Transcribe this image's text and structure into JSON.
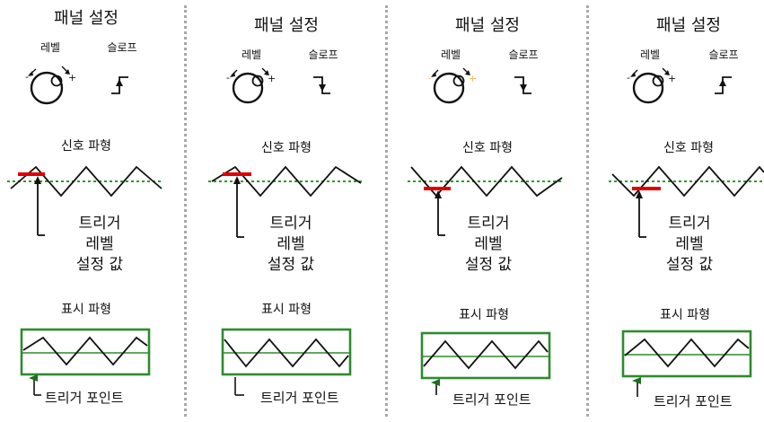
{
  "panels": [
    {
      "title": "패널 설정",
      "level_label": "레벨",
      "slope_label": "슬로프",
      "slope": "rising",
      "knob_style": "plain",
      "minus_glyph": "-",
      "plus_glyph": "+",
      "signal_label": "신호 파형",
      "trigger_level": "high",
      "trigger_label_lines": [
        "트리거",
        "레벨",
        "설정 값"
      ],
      "display_label": "표시 파형",
      "trigger_point_label": "트리거 포인트"
    },
    {
      "title": "패널 설정",
      "level_label": "레벨",
      "slope_label": "슬로프",
      "slope": "falling",
      "knob_style": "plain",
      "minus_glyph": "-",
      "plus_glyph": "+",
      "signal_label": "신호 파형",
      "trigger_level": "high",
      "trigger_label_lines": [
        "트리거",
        "레벨",
        "설정 값"
      ],
      "display_label": "표시 파형",
      "trigger_point_label": "트리거 포인트"
    },
    {
      "title": "패널 설정",
      "level_label": "레벨",
      "slope_label": "슬로프",
      "slope": "falling",
      "knob_style": "highlighted",
      "minus_glyph": "-",
      "plus_glyph": "+",
      "signal_label": "신호 파형",
      "trigger_level": "low",
      "trigger_label_lines": [
        "트리거",
        "레벨",
        "설정 값"
      ],
      "display_label": "표시 파형",
      "trigger_point_label": "트리거 포인트"
    },
    {
      "title": "패널 설정",
      "level_label": "레벨",
      "slope_label": "슬로프",
      "slope": "rising",
      "knob_style": "plain",
      "minus_glyph": "-",
      "plus_glyph": "+",
      "signal_label": "신호 파형",
      "trigger_level": "low",
      "trigger_label_lines": [
        "트리거",
        "레벨",
        "설정 값"
      ],
      "display_label": "표시 파형",
      "trigger_point_label": "트리거 포인트"
    }
  ],
  "colors": {
    "signal_line": "#111111",
    "trigger_marker": "#e00000",
    "level_dotted": "#2e9a2e",
    "display_frame": "#2e8b2e",
    "display_midline": "#2e8b2e",
    "trigger_point_arrow": "#1e6e1e",
    "knob_highlight_arrow": "#f2b84a",
    "divider": "#a8a8a8"
  },
  "icons": {
    "knob": "rotary-knob-icon",
    "rising_slope": "rising-edge-icon",
    "falling_slope": "falling-edge-icon"
  }
}
